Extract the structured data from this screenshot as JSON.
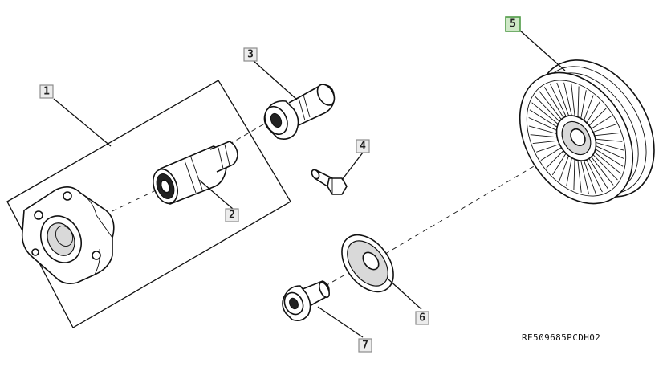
{
  "callouts": [
    {
      "id": "1",
      "label": "1",
      "highlighted": false
    },
    {
      "id": "2",
      "label": "2",
      "highlighted": false
    },
    {
      "id": "3",
      "label": "3",
      "highlighted": false
    },
    {
      "id": "4",
      "label": "4",
      "highlighted": false
    },
    {
      "id": "5",
      "label": "5",
      "highlighted": true
    },
    {
      "id": "6",
      "label": "6",
      "highlighted": false
    },
    {
      "id": "7",
      "label": "7",
      "highlighted": false
    }
  ],
  "reference_code": "RE509685PCDH02",
  "colors": {
    "highlight_fill": "#cfe8c7",
    "highlight_border": "#4f9a46",
    "callout_fill": "#ececec",
    "line": "#111111"
  }
}
